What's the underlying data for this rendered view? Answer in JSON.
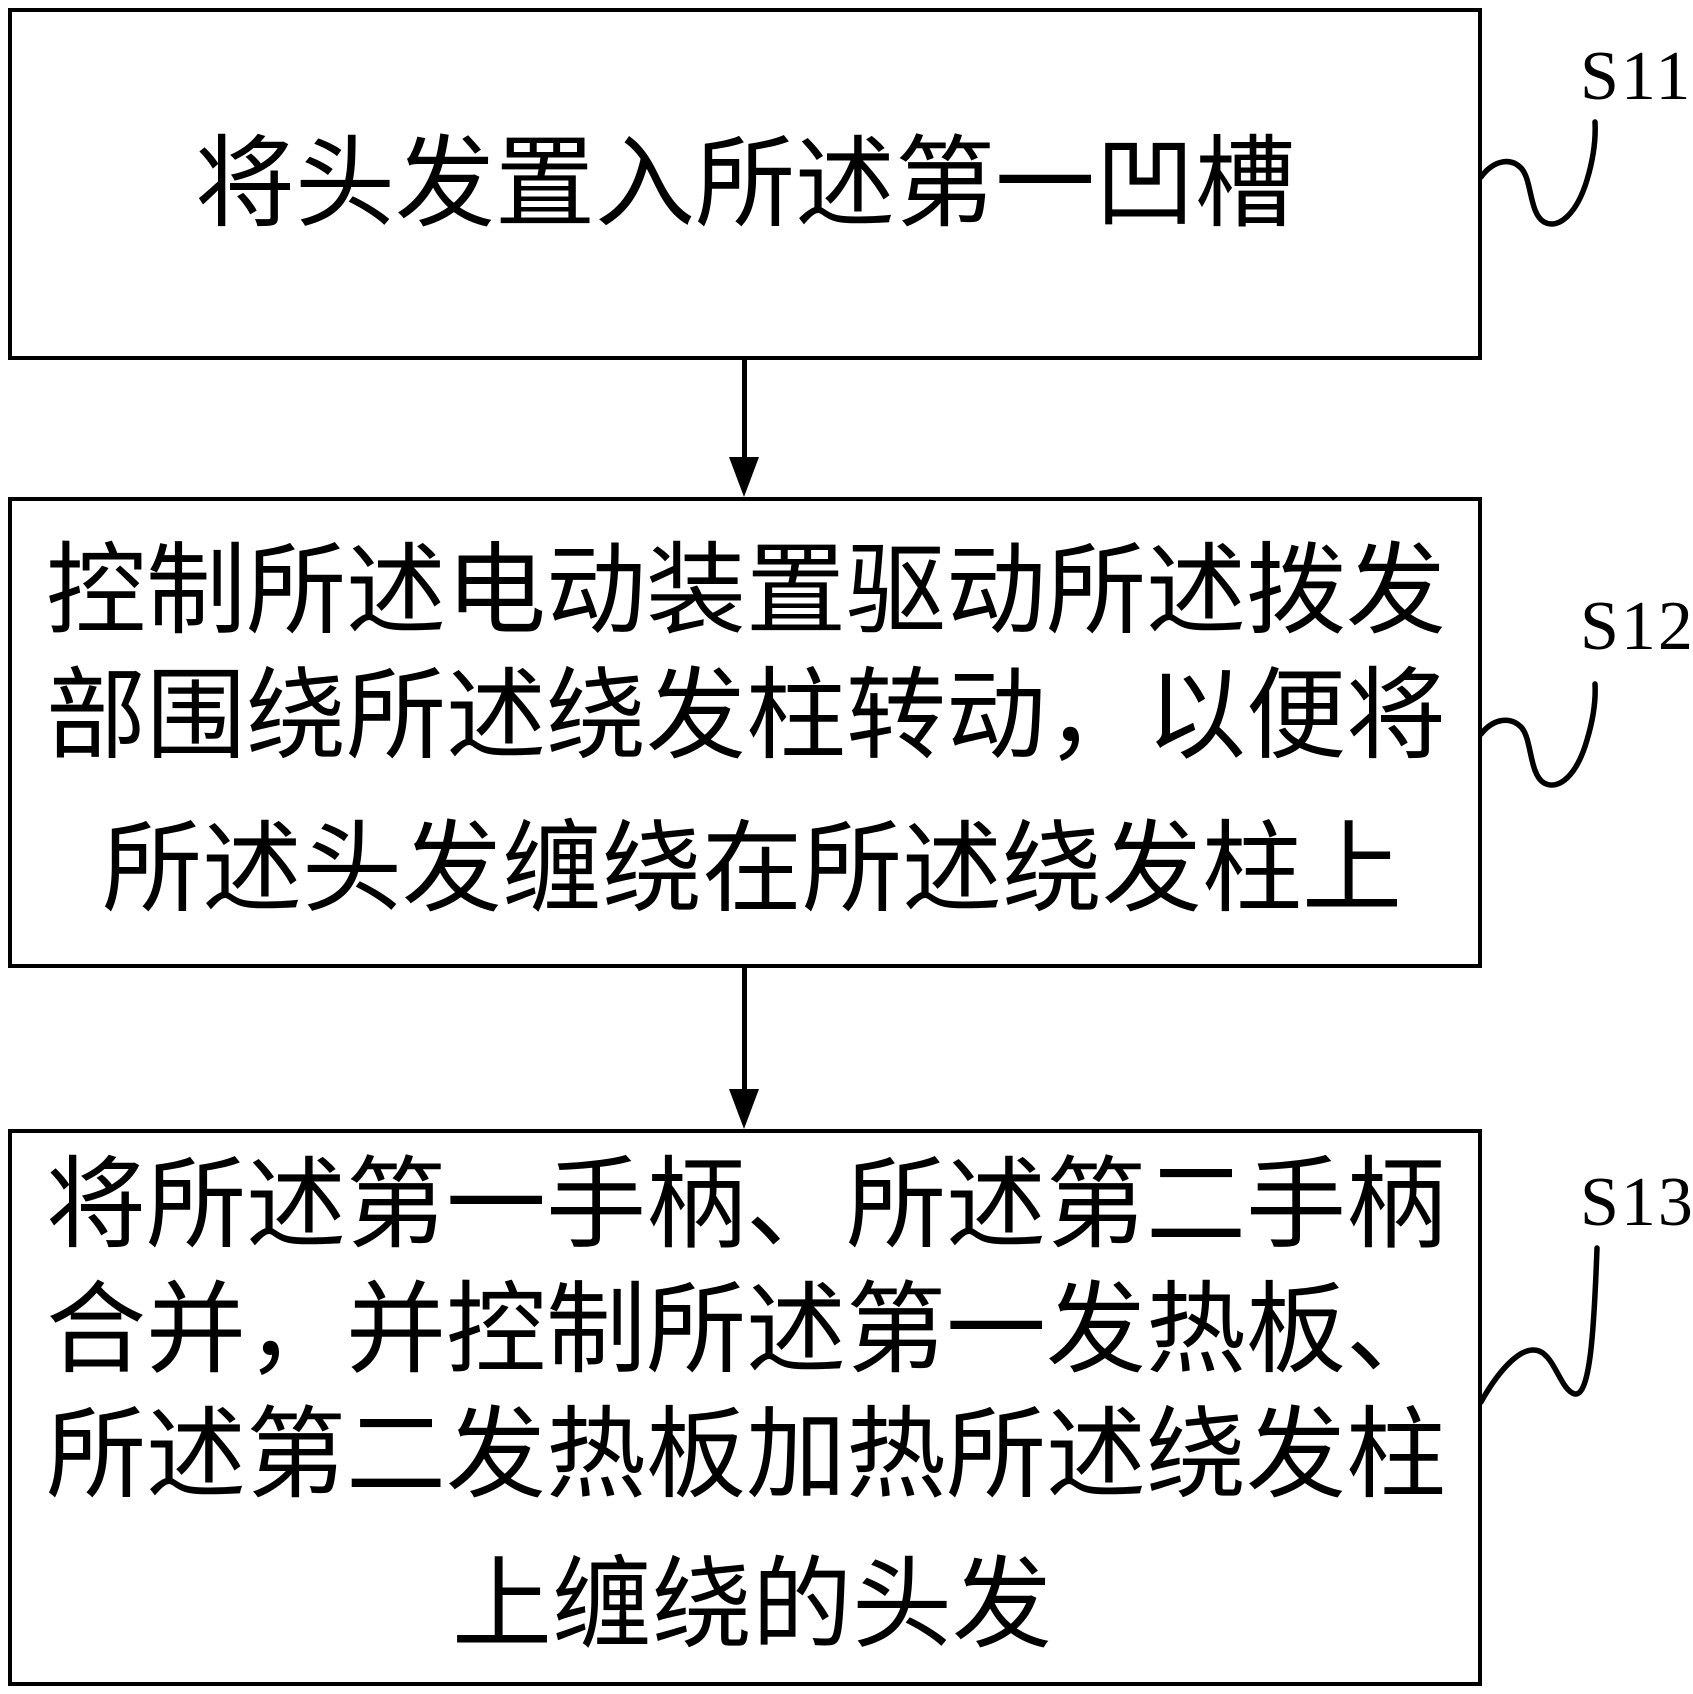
{
  "diagram": {
    "title": "hair-curling method flowchart",
    "colors": {
      "line": "#000000",
      "background": "#ffffff",
      "text": "#000000"
    },
    "steps": [
      {
        "label": "S11",
        "lines": {
          "l1": "将头发置入所述第一凹槽"
        }
      },
      {
        "label": "S12",
        "lines": {
          "l1": "控制所述电动装置驱动所述拨发",
          "l2": "部围绕所述绕发柱转动，以便将",
          "l3": "所述头发缠绕在所述绕发柱上"
        }
      },
      {
        "label": "S13",
        "lines": {
          "l1": "将所述第一手柄、所述第二手柄",
          "l2": "合并，并控制所述第一发热板、",
          "l3": "所述第二发热板加热所述绕发柱",
          "l4": "上缠绕的头发"
        }
      }
    ]
  }
}
